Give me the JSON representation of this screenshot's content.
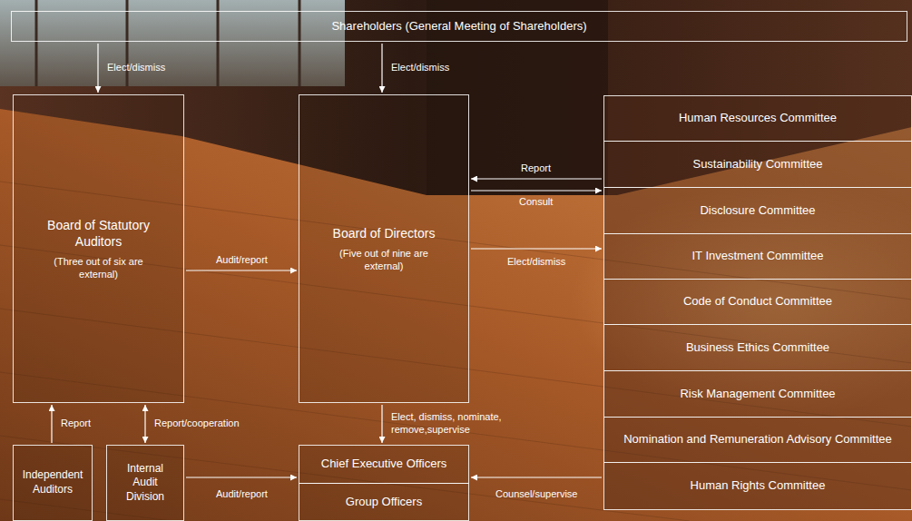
{
  "diagram": {
    "nodes": [
      {
        "text": [
          "Shareholders (General Meeting of Shareholders)"
        ]
      },
      {
        "text": [
          "Board of Statutory Auditors",
          "(Three out of six are external)"
        ]
      },
      {
        "text": [
          "Board of Directors",
          "(Five out of nine are external)"
        ]
      },
      {
        "text": [
          "Human Resources Committee"
        ]
      },
      {
        "text": [
          "Sustainability Committee"
        ]
      },
      {
        "text": [
          "Disclosure Committee"
        ]
      },
      {
        "text": [
          "IT Investment Committee"
        ]
      },
      {
        "text": [
          "Code of Conduct Committee"
        ]
      },
      {
        "text": [
          "Business Ethics Committee"
        ]
      },
      {
        "text": [
          "Risk Management Committee"
        ]
      },
      {
        "text": [
          "Nomination and Remuneration Advisory Committee"
        ]
      },
      {
        "text": [
          "Human Rights Committee"
        ]
      },
      {
        "text": [
          "Independent Auditors"
        ]
      },
      {
        "text": [
          "Internal Audit Division"
        ]
      },
      {
        "text": [
          "Chief Executive Officers"
        ]
      },
      {
        "text": [
          "Group Officers"
        ]
      }
    ],
    "edges": [
      {
        "from": 0,
        "to": 1,
        "arrow": "to",
        "label": "Elect/dismiss"
      },
      {
        "from": 0,
        "to": 2,
        "arrow": "to",
        "label": "Elect/dismiss"
      },
      {
        "from": 1,
        "to": 2,
        "arrow": "to",
        "label": "Audit/report"
      },
      {
        "from": 4,
        "to": 2,
        "arrow": "to",
        "label": "Report"
      },
      {
        "from": 2,
        "to": 5,
        "arrow": "to",
        "label": "Consult"
      },
      {
        "from": 2,
        "to": 6,
        "arrow": "to",
        "label": "Elect/dismiss"
      },
      {
        "from": 12,
        "to": 1,
        "arrow": "to",
        "label": "Report"
      },
      {
        "from": 13,
        "to": 1,
        "arrow": "both",
        "label": "Report/cooperation"
      },
      {
        "from": 2,
        "to": 14,
        "arrow": "to",
        "label": "Elect, dismiss, nominate, remove,supervise"
      },
      {
        "from": 13,
        "to": 14,
        "arrow": "to",
        "label": "Audit/report"
      },
      {
        "from": 11,
        "to": 14,
        "arrow": "to",
        "label": "Counsel/supervise"
      }
    ]
  }
}
